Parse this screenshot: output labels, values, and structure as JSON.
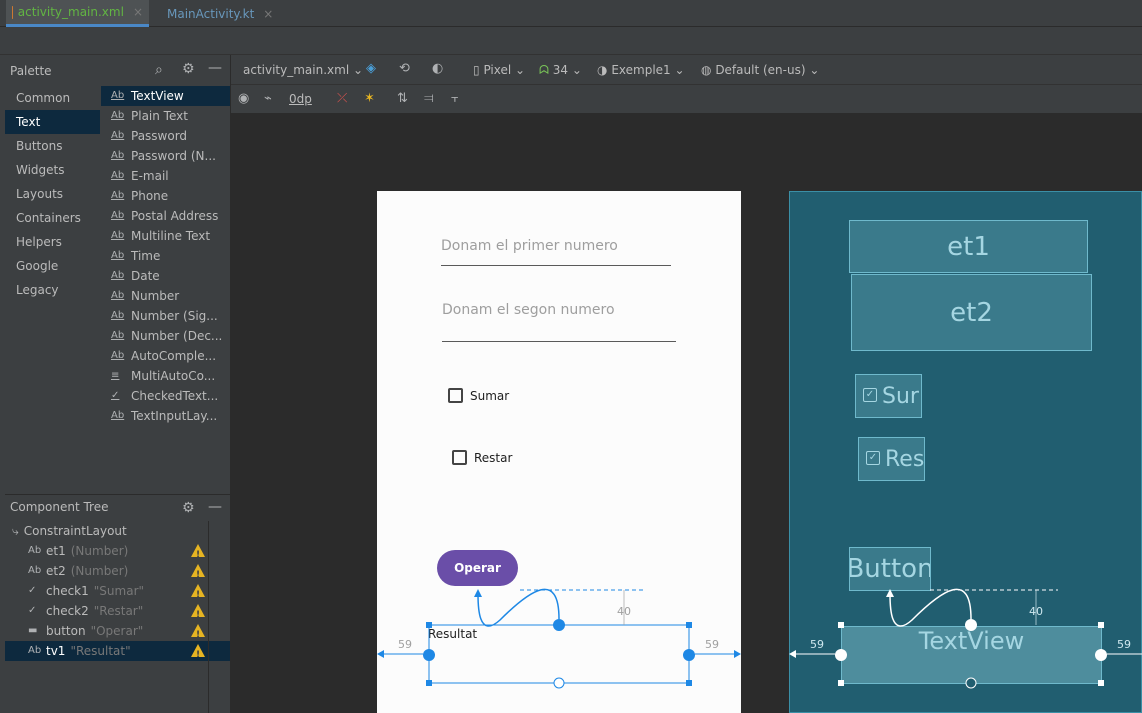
{
  "tabs": [
    {
      "label": "activity_main.xml",
      "close": "×"
    },
    {
      "label": "MainActivity.kt",
      "close": "×"
    }
  ],
  "palette": {
    "title": "Palette",
    "categories": [
      "Common",
      "Text",
      "Buttons",
      "Widgets",
      "Layouts",
      "Containers",
      "Helpers",
      "Google",
      "Legacy"
    ],
    "selected_category": "Text",
    "items": [
      {
        "icon": "Ab",
        "label": "TextView"
      },
      {
        "icon": "Ab",
        "label": "Plain Text"
      },
      {
        "icon": "Ab",
        "label": "Password"
      },
      {
        "icon": "Ab",
        "label": "Password (N..."
      },
      {
        "icon": "Ab",
        "label": "E-mail"
      },
      {
        "icon": "Ab",
        "label": "Phone"
      },
      {
        "icon": "Ab",
        "label": "Postal Address"
      },
      {
        "icon": "Ab",
        "label": "Multiline Text"
      },
      {
        "icon": "Ab",
        "label": "Time"
      },
      {
        "icon": "Ab",
        "label": "Date"
      },
      {
        "icon": "Ab",
        "label": "Number"
      },
      {
        "icon": "Ab",
        "label": "Number (Sig..."
      },
      {
        "icon": "Ab",
        "label": "Number (Dec..."
      },
      {
        "icon": "Ab",
        "label": "AutoComple..."
      },
      {
        "icon": "≡",
        "label": "MultiAutoCo..."
      },
      {
        "icon": "✓",
        "label": "CheckedText..."
      },
      {
        "icon": "Ab",
        "label": "TextInputLay..."
      }
    ],
    "selected_item": "TextView"
  },
  "component_tree": {
    "title": "Component Tree",
    "root": "ConstraintLayout",
    "items": [
      {
        "icon": "Ab",
        "id": "et1",
        "type": "(Number)"
      },
      {
        "icon": "Ab",
        "id": "et2",
        "type": "(Number)"
      },
      {
        "icon": "✓",
        "id": "check1",
        "type": "\"Sumar\""
      },
      {
        "icon": "✓",
        "id": "check2",
        "type": "\"Restar\""
      },
      {
        "icon": "▬",
        "id": "button",
        "type": "\"Operar\""
      },
      {
        "icon": "Ab",
        "id": "tv1",
        "type": "\"Resultat\""
      }
    ]
  },
  "toolbar": {
    "file": "activity_main.xml",
    "device": "Pixel",
    "api": "34",
    "theme": "Exemple1",
    "locale": "Default (en-us)",
    "margin": "0dp"
  },
  "design": {
    "et1_hint": "Donam el primer numero",
    "et2_hint": "Donam el segon numero",
    "check1": "Sumar",
    "check2": "Restar",
    "button": "Operar",
    "resultat": "Resultat",
    "margin_left": "59",
    "margin_right": "59",
    "margin_top": "40"
  },
  "blueprint": {
    "et1": "et1",
    "et2": "et2",
    "check1": "Sur",
    "check2": "Res",
    "button": "Button",
    "textview": "TextView",
    "margin_left": "59",
    "margin_right": "59",
    "margin_top": "40"
  },
  "colors": {
    "accent_button": "#6a4ea8",
    "blueprint_bg": "#215e70",
    "selection": "#1e88e5",
    "warning": "#e6b422"
  }
}
